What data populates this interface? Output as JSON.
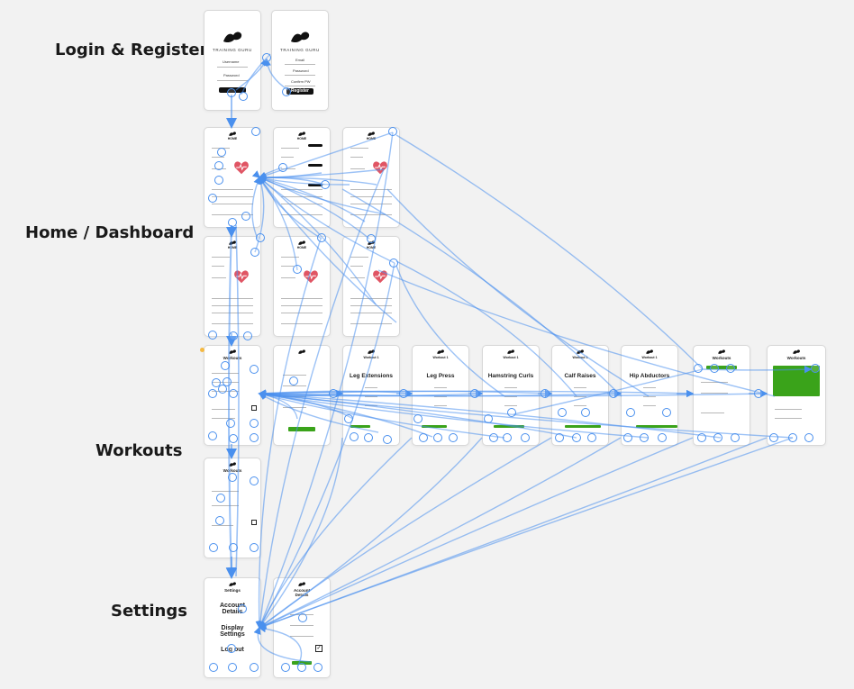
{
  "sections": {
    "login": "Login & Register",
    "home": "Home / Dashboard",
    "workouts": "Workouts",
    "settings": "Settings"
  },
  "screens": {
    "login": {
      "brand": "TRAINING GURU",
      "username": "Username",
      "password": "Password"
    },
    "register": {
      "brand": "TRAINING GURU",
      "email": "Email",
      "password": "Password",
      "confirm": "Confirm PW",
      "button": "Register"
    },
    "dashboard": {
      "title": "HOME"
    },
    "workouts": {
      "title": "Workouts"
    },
    "workout_steps": [
      {
        "title": "Workout 1",
        "exercise": "Leg Extensions"
      },
      {
        "title": "Workout 1",
        "exercise": "Leg Press"
      },
      {
        "title": "Workout 1",
        "exercise": "Hamstring Curls"
      },
      {
        "title": "Workout 1",
        "exercise": "Calf Raises"
      },
      {
        "title": "Workout 1",
        "exercise": "Hip Abductors"
      }
    ],
    "settings": {
      "title": "Settings",
      "account": "Account Details",
      "display": "Display Settings",
      "logout": "Log out"
    },
    "account": {
      "title": "Account Details"
    }
  },
  "colors": {
    "link": "#4a90ee",
    "accent_green": "#3aa31a",
    "heart": "#e05564"
  }
}
